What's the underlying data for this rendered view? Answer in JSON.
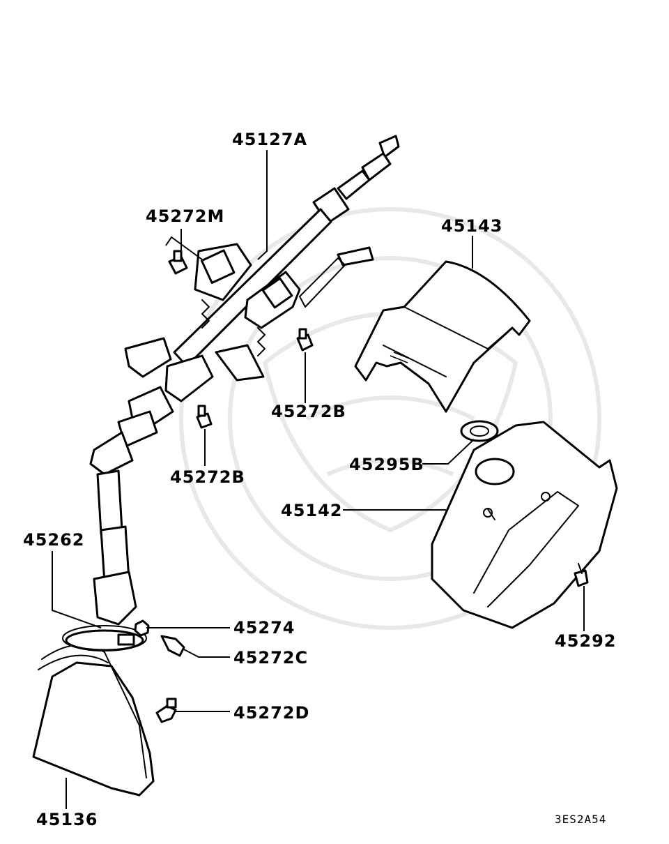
{
  "parts": [
    {
      "id": "45127A"
    },
    {
      "id": "45272M"
    },
    {
      "id": "45143"
    },
    {
      "id": "45272B"
    },
    {
      "id": "45272B"
    },
    {
      "id": "45295B"
    },
    {
      "id": "45142"
    },
    {
      "id": "45262"
    },
    {
      "id": "45274"
    },
    {
      "id": "45272C"
    },
    {
      "id": "45292"
    },
    {
      "id": "45272D"
    },
    {
      "id": "45136"
    }
  ],
  "diagram_code": "3ES2A54"
}
